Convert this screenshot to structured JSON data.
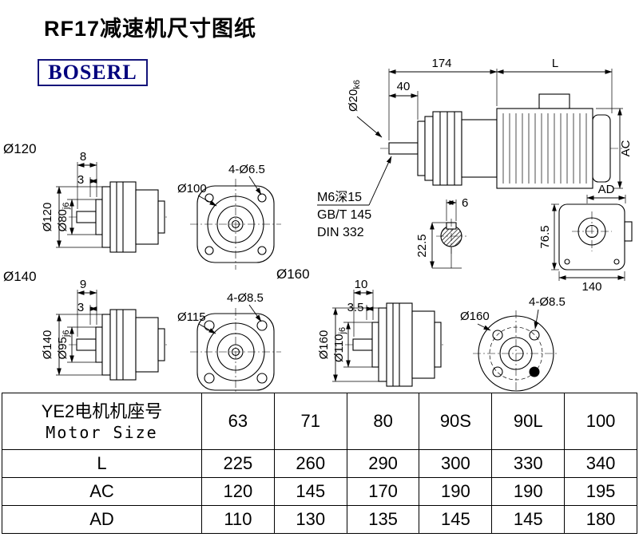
{
  "title": "RF17减速机尺寸图纸",
  "brand": "BOSERL",
  "views": {
    "v120_side": {
      "group_label": "Ø120",
      "dim_len1": "8",
      "dim_len2": "3",
      "dim_flange": "Ø120",
      "dim_spigot": "Ø80",
      "dim_spigot_tol": "j6"
    },
    "v120_front": {
      "dim_circle": "Ø100",
      "dim_holes": "4-Ø6.5"
    },
    "assembly": {
      "dim_total": "174",
      "dim_motor": "L",
      "dim_shaft_len": "40",
      "dim_shaft_dia": "Ø20",
      "dim_shaft_tol": "k6",
      "dim_motor_height": "AC",
      "dim_ad": "AD",
      "note_tap": "M6深15",
      "note_std1": "GB/T 145",
      "note_std2": "DIN 332",
      "dim_key_width": "6",
      "dim_key_height": "22.5",
      "dim_side_height": "76.5",
      "dim_side_width": "140"
    },
    "v140_side": {
      "group_label": "Ø140",
      "dim_len1": "9",
      "dim_len2": "3",
      "dim_flange": "Ø140",
      "dim_spigot": "Ø95",
      "dim_spigot_tol": "j6"
    },
    "v140_front": {
      "dim_circle": "Ø115",
      "dim_holes": "4-Ø8.5"
    },
    "v160_side": {
      "group_label": "Ø160",
      "dim_len1": "10",
      "dim_len2": "3.5",
      "dim_flange": "Ø160",
      "dim_spigot": "Ø110",
      "dim_spigot_tol": "j6"
    },
    "v160_front": {
      "dim_circle": "Ø160",
      "dim_holes": "4-Ø8.5"
    }
  },
  "table": {
    "header": {
      "cn": "YE2电机机座号",
      "en": "Motor Size",
      "sizes": [
        "63",
        "71",
        "80",
        "90S",
        "90L",
        "100"
      ]
    },
    "rows": [
      {
        "label": "L",
        "values": [
          "225",
          "260",
          "290",
          "300",
          "330",
          "340"
        ]
      },
      {
        "label": "AC",
        "values": [
          "120",
          "145",
          "170",
          "190",
          "190",
          "195"
        ]
      },
      {
        "label": "AD",
        "values": [
          "110",
          "130",
          "135",
          "145",
          "145",
          "180"
        ]
      }
    ]
  }
}
